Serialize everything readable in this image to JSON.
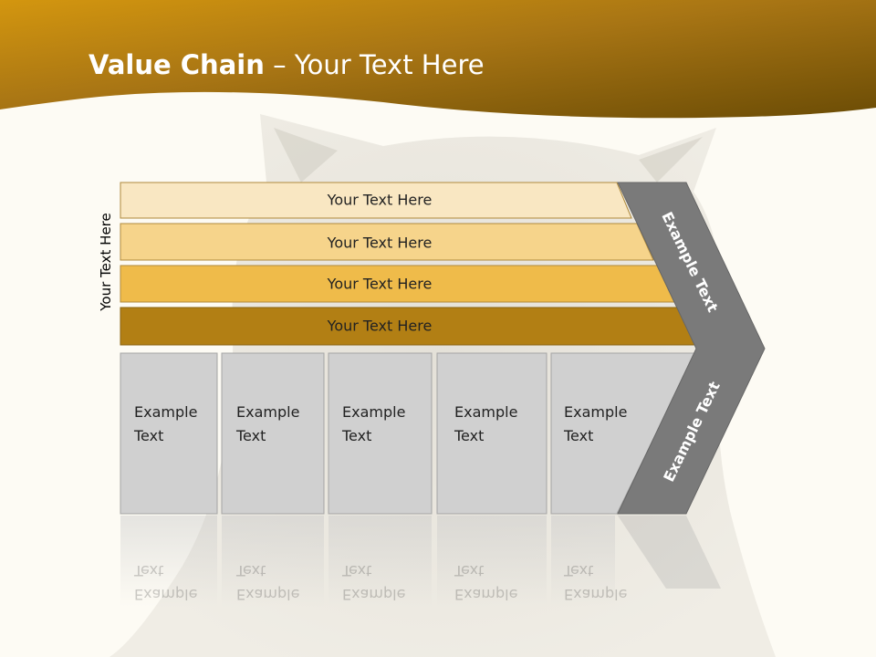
{
  "title": {
    "bold": "Value Chain",
    "rest": " – Your Text Here"
  },
  "side_label": "Your Text Here",
  "bars": [
    {
      "label": "Your Text Here"
    },
    {
      "label": "Your Text Here"
    },
    {
      "label": "Your Text Here"
    },
    {
      "label": "Your Text Here"
    }
  ],
  "boxes": [
    {
      "line1": "Example",
      "line2": "Text"
    },
    {
      "line1": "Example",
      "line2": "Text"
    },
    {
      "line1": "Example",
      "line2": "Text"
    },
    {
      "line1": "Example",
      "line2": "Text"
    },
    {
      "line1": "Example",
      "line2": "Text"
    }
  ],
  "chevron": {
    "upper_label": "Example Text",
    "lower_label": "Example Text"
  },
  "colors": {
    "header_dark": "#6e4f06",
    "header_light": "#c78d12",
    "bar_1": "#f9e7c2",
    "bar_2": "#f6d48b",
    "bar_3": "#efbb4a",
    "bar_4": "#b27f14",
    "box": "#d0d0d0",
    "chevron": "#7a7a7a",
    "background": "#fdfbf4"
  }
}
